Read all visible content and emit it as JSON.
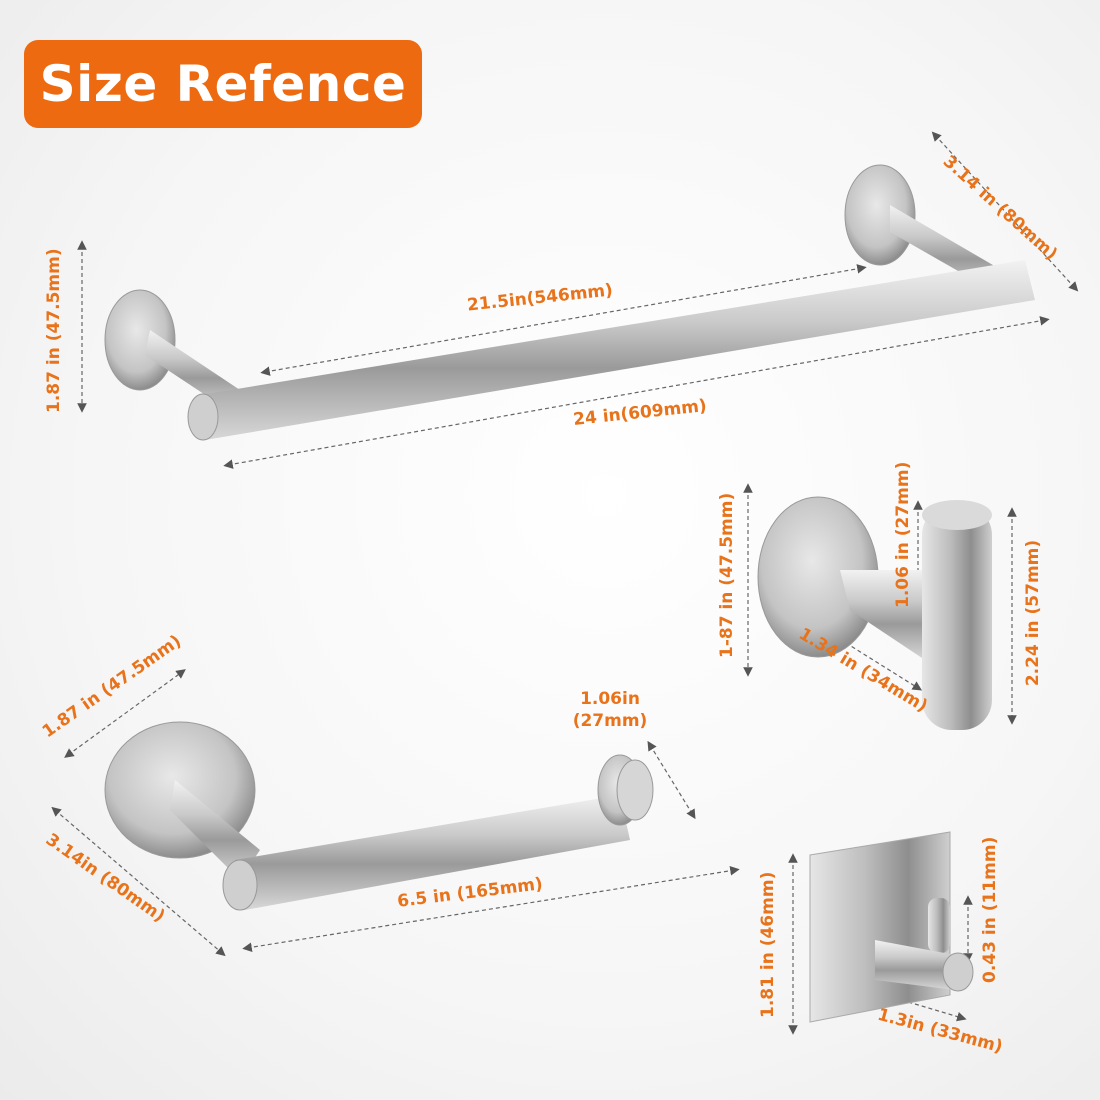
{
  "banner": {
    "title": "Size Refence",
    "color": "#ee6a10"
  },
  "label_color": "#e8731a",
  "towel_bar": {
    "height": "1.87 in (47.5mm)",
    "inner_length": "21.5in(546mm)",
    "total_length": "24 in(609mm)",
    "depth": "3.14 in (80mm)"
  },
  "robe_hook": {
    "height": "1-87 in (47.5mm)",
    "hook_width": "1.06 in (27mm)",
    "hook_height": "2.24 in (57mm)",
    "depth": "1.34 in (34mm)"
  },
  "paper_holder": {
    "base": "1.87 in (47.5mm)",
    "end_line1": "1.06in",
    "end_line2": "(27mm)",
    "depth": "3.14in (80mm)",
    "length": "6.5 in (165mm)"
  },
  "adhesive_hook": {
    "height": "1.81 in (46mm)",
    "tip": "0.43 in (11mm)",
    "depth": "1.3in (33mm)"
  }
}
